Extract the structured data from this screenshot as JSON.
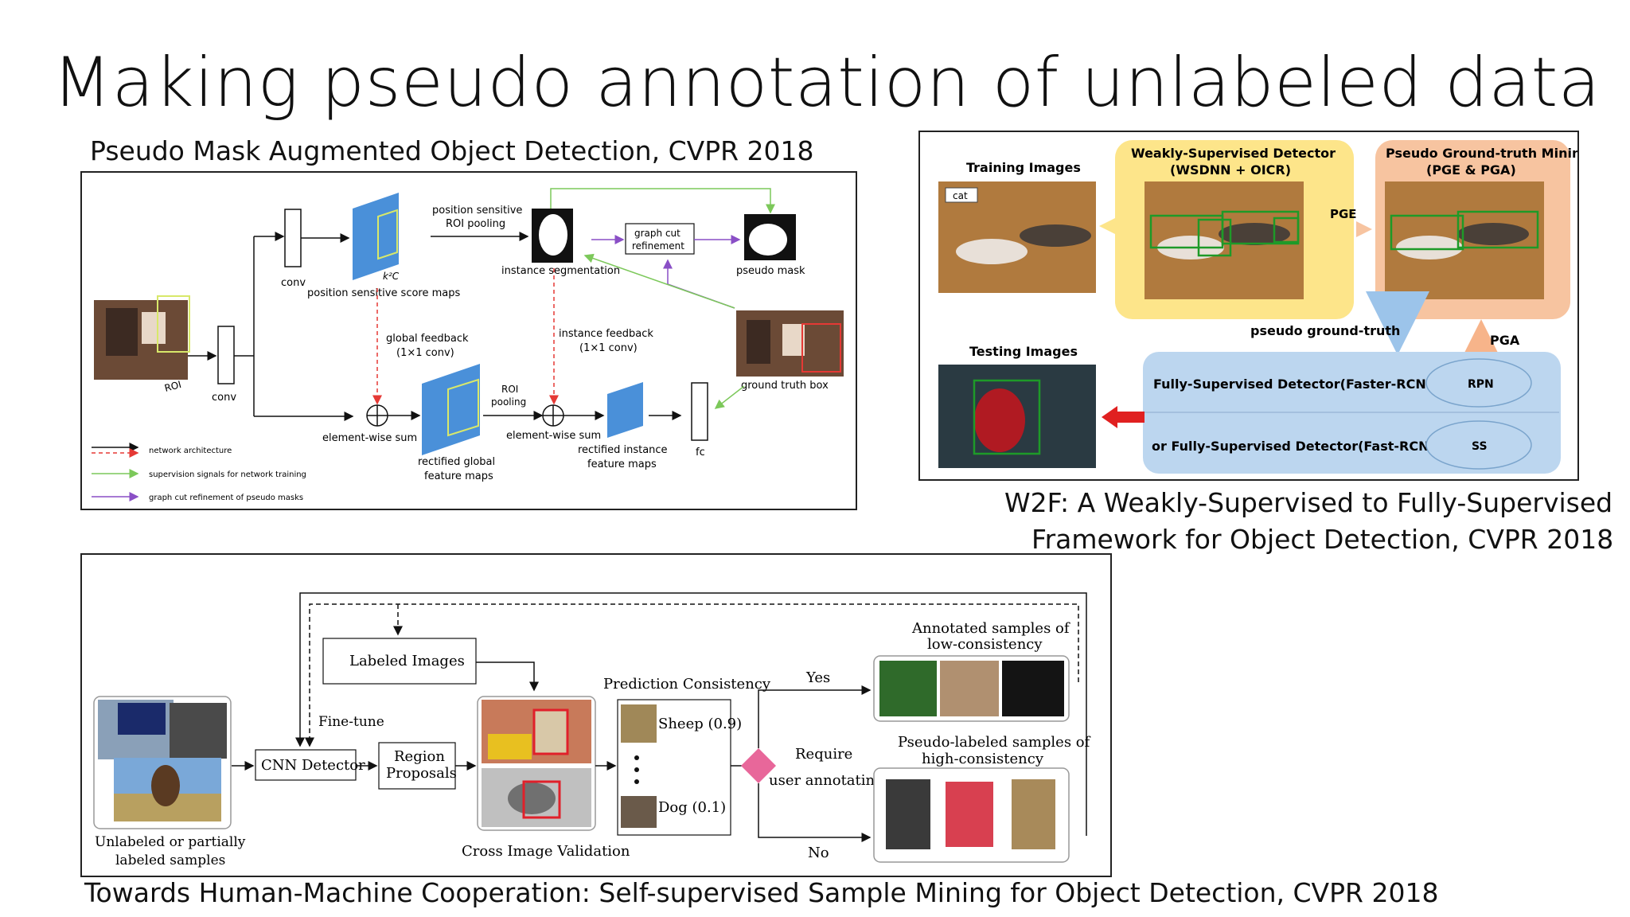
{
  "slide": {
    "title": "Making pseudo annotation of unlabeled data"
  },
  "pmaod": {
    "caption": "Pseudo Mask Augmented Object Detection, CVPR 2018",
    "labels": {
      "pos_sensitive_pooling": "position sensitive",
      "pos_sensitive_pooling2": "ROI pooling",
      "k2c": "k²C",
      "conv_top": "conv",
      "score_maps": "position sensitive score maps",
      "instance_segmentation": "instance segmentation",
      "graph_cut_1": "graph cut",
      "graph_cut_2": "refinement",
      "pseudo_mask": "pseudo mask",
      "global_feedback_1": "global feedback",
      "global_feedback_2": "(1×1 conv)",
      "instance_feedback_1": "instance feedback",
      "instance_feedback_2": "(1×1 conv)",
      "roi": "ROI",
      "conv_left": "conv",
      "roi_pooling_1": "ROI",
      "roi_pooling_2": "pooling",
      "elementwise_1": "element-wise sum",
      "elementwise_2": "element-wise sum",
      "rectified_global_1": "rectified global",
      "rectified_global_2": "feature maps",
      "rectified_instance_1": "rectified instance",
      "rectified_instance_2": "feature maps",
      "fc": "fc",
      "ground_truth_box": "ground truth box"
    },
    "legend": [
      {
        "label": "network architecture",
        "color": "#111111"
      },
      {
        "label": "supervision signals for network training",
        "color": "#7cc85a"
      },
      {
        "label": "graph cut refinement of pseudo masks",
        "color": "#8a4fc6"
      }
    ],
    "legend_red_color": "#e53935",
    "colors": {
      "blue": "#4a90d9",
      "yellow": "#d8e86a"
    }
  },
  "w2f": {
    "caption_line1": "W2F: A Weakly-Supervised to Fully-Supervised",
    "caption_line2": "Framework for Object Detection, CVPR 2018",
    "training_images": "Training Images",
    "cat_tag": "cat",
    "weak_title_1": "Weakly-Supervised Detector",
    "weak_title_2": "(WSDNN + OICR)",
    "mining_title_1": "Pseudo Ground-truth Mining",
    "mining_title_2": "(PGE & PGA)",
    "pge": "PGE",
    "pga": "PGA",
    "pseudo_gt": "pseudo ground-truth",
    "testing_images": "Testing Images",
    "fully_1": "Fully-Supervised Detector(Faster-RCNN)",
    "fully_2": "or Fully-Supervised Detector(Fast-RCNN)",
    "rpn": "RPN",
    "ss": "SS",
    "colors": {
      "yellow": "#fde58a",
      "orange": "#f7c4a0",
      "blue": "#bcd6ef",
      "red": "#e02020"
    }
  },
  "ssm": {
    "caption": "Towards Human-Machine Cooperation: Self-supervised Sample Mining for Object Detection, CVPR 2018",
    "labeled_images": "Labeled Images",
    "fine_tune": "Fine-tune",
    "cnn_detector": "CNN Detector",
    "region_1": "Region",
    "region_2": "Proposals",
    "prediction_consistency": "Prediction Consistency",
    "sheep": "Sheep (0.9)",
    "dog": "Dog (0.1)",
    "yes": "Yes",
    "no": "No",
    "require_1": "Require",
    "require_2": "user annotating?",
    "annotated_1": "Annotated samples of",
    "annotated_2": "low-consistency",
    "pseudo_1": "Pseudo-labeled samples of",
    "pseudo_2": "high-consistency",
    "unlabeled_1": "Unlabeled or partially",
    "unlabeled_2": "labeled samples",
    "cross_image": "Cross Image Validation",
    "colors": {
      "diamond": "#e8679a",
      "box_red": "#e0202a"
    }
  }
}
